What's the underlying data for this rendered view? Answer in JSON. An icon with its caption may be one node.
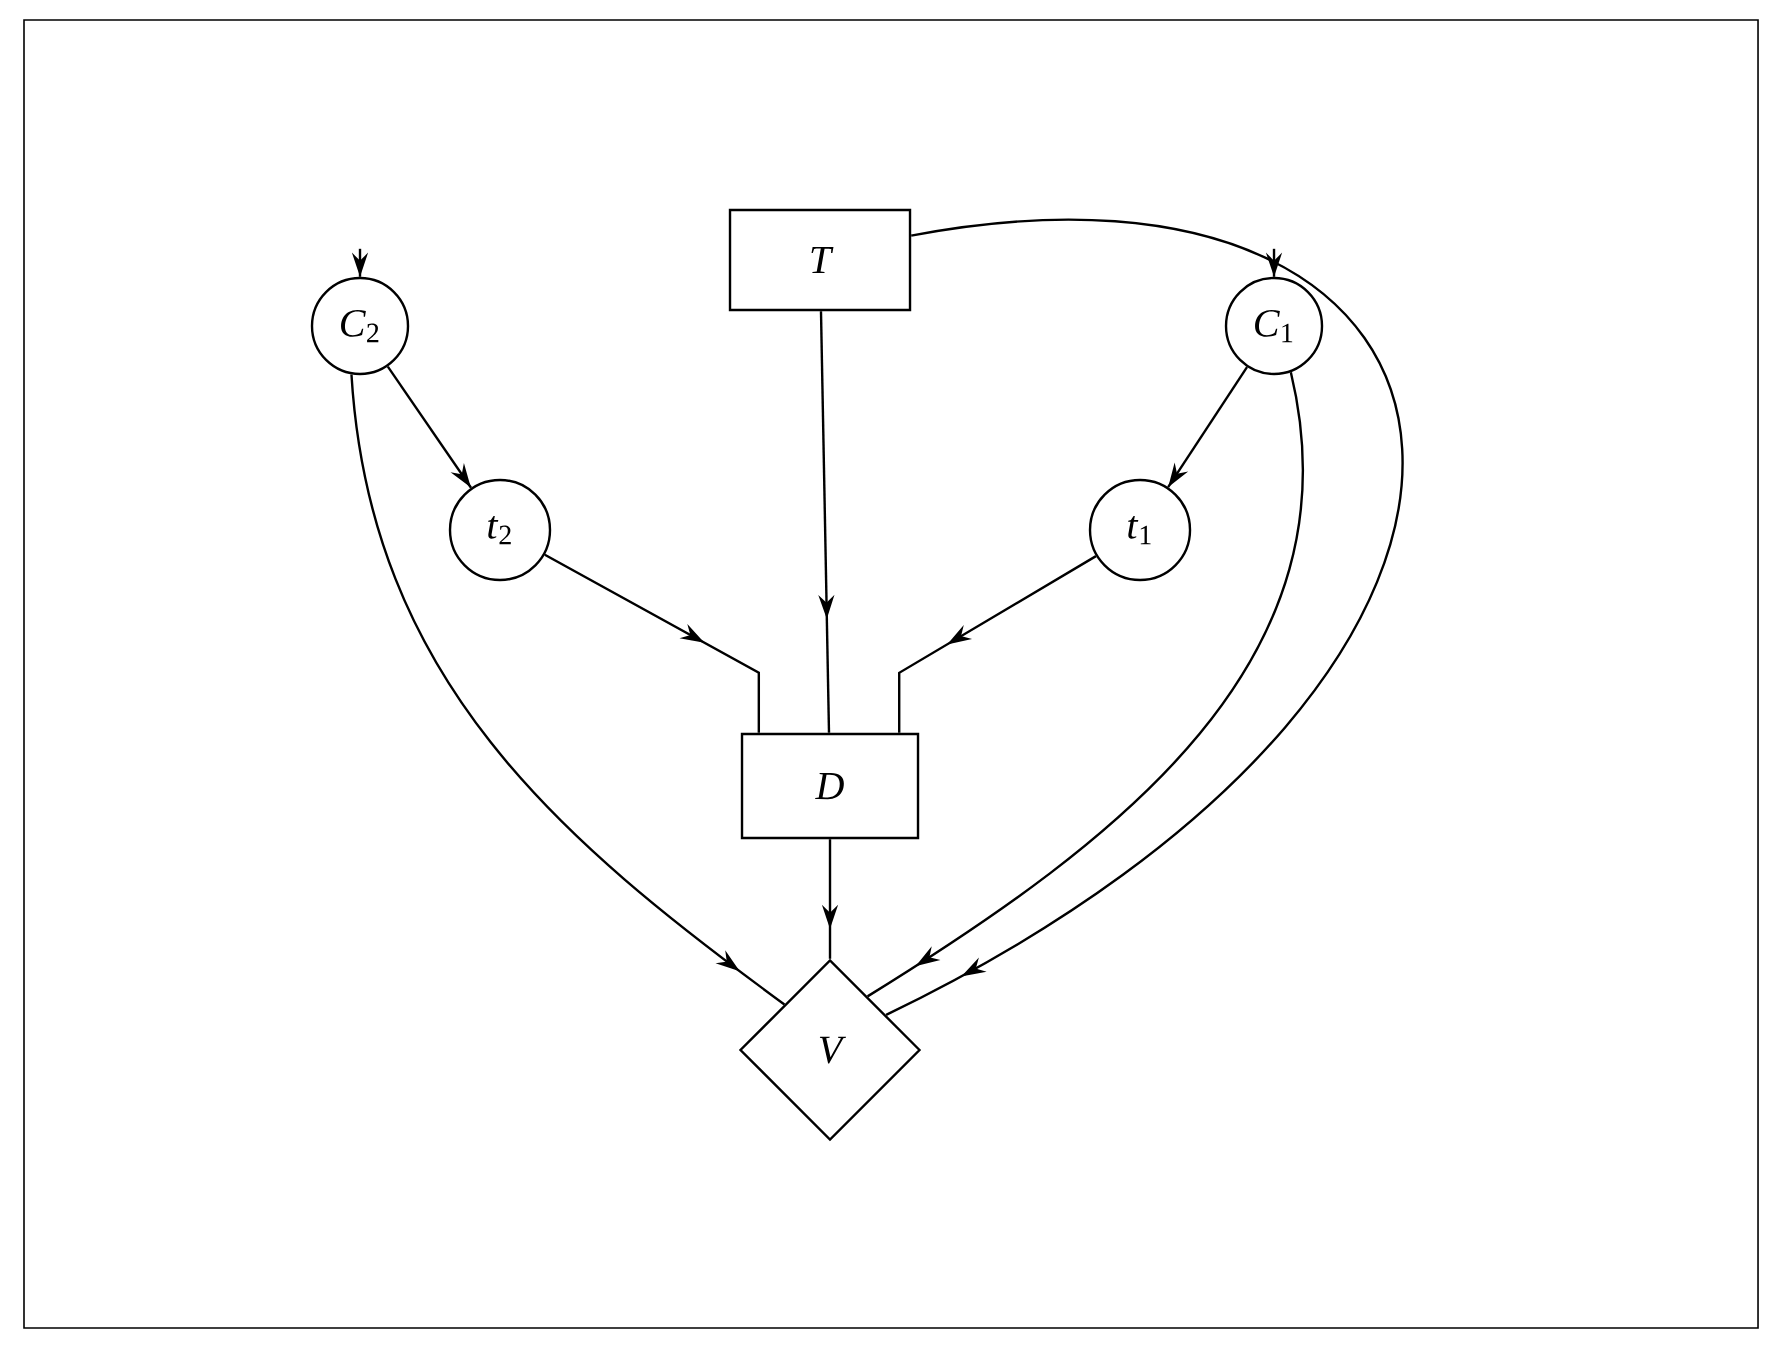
{
  "diagram": {
    "nodes": [
      {
        "text": [
          "T"
        ]
      },
      {
        "text": [
          "*C*$_{2}$"
        ]
      },
      {
        "text": [
          "*C*$_{1}$"
        ]
      },
      {
        "text": [
          "*t*$_{2}$"
        ]
      },
      {
        "text": [
          "*t*$_{1}$"
        ]
      },
      {
        "text": [
          "D"
        ]
      },
      {
        "text": [
          "V"
        ]
      }
    ],
    "edges": [
      {
        "from": null,
        "to": 1,
        "arrow": "to"
      },
      {
        "from": null,
        "to": 2,
        "arrow": "to"
      },
      {
        "from": 1,
        "to": 3,
        "arrow": "to"
      },
      {
        "from": 2,
        "to": 4,
        "arrow": "to"
      },
      {
        "from": 0,
        "to": 5,
        "arrow": "to"
      },
      {
        "from": 3,
        "to": 5,
        "arrow": "to"
      },
      {
        "from": 4,
        "to": 5,
        "arrow": "to"
      },
      {
        "from": 5,
        "to": 6,
        "arrow": "to"
      },
      {
        "from": 1,
        "to": 6,
        "arrow": "to"
      },
      {
        "from": 2,
        "to": 6,
        "arrow": "to"
      },
      {
        "from": 0,
        "to": 6,
        "arrow": "to"
      }
    ]
  }
}
